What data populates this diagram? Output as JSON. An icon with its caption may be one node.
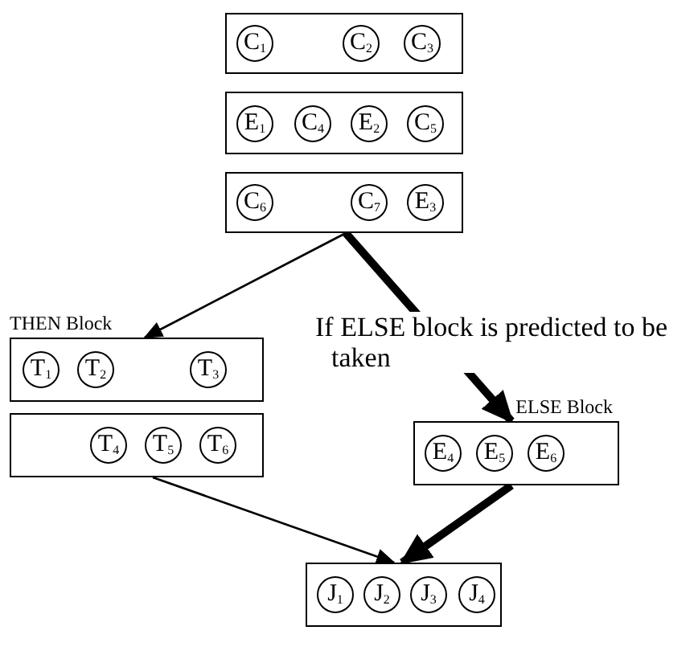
{
  "diagram": {
    "nodes": [
      {
        "text": [],
        "shape": "box"
      },
      {
        "text": [
          "C$_{1}$"
        ],
        "in": 0
      },
      {
        "text": [
          "C$_{2}$"
        ],
        "in": 0
      },
      {
        "text": [
          "C$_{3}$"
        ],
        "in": 0
      },
      {
        "text": [],
        "shape": "box"
      },
      {
        "text": [
          "E$_{1}$"
        ],
        "in": 4
      },
      {
        "text": [
          "C$_{4}$"
        ],
        "in": 4
      },
      {
        "text": [
          "E$_{2}$"
        ],
        "in": 4
      },
      {
        "text": [
          "C$_{5}$"
        ],
        "in": 4
      },
      {
        "text": [],
        "shape": "box"
      },
      {
        "text": [
          "C$_{6}$"
        ],
        "in": 9
      },
      {
        "text": [
          "C$_{7}$"
        ],
        "in": 9
      },
      {
        "text": [
          "E$_{3}$"
        ],
        "in": 9
      },
      {
        "text": [
          "THEN Block"
        ]
      },
      {
        "text": [
          "T$_{1}$"
        ],
        "in": 13
      },
      {
        "text": [
          "T$_{2}$"
        ],
        "in": 13
      },
      {
        "text": [
          "T$_{3}$"
        ],
        "in": 13
      },
      {
        "text": [],
        "shape": "box"
      },
      {
        "text": [
          "T$_{4}$"
        ],
        "in": 17
      },
      {
        "text": [
          "T$_{5}$"
        ],
        "in": 17
      },
      {
        "text": [
          "T$_{6}$"
        ],
        "in": 17
      },
      {
        "text": [
          "ELSE Block"
        ]
      },
      {
        "text": [
          "E$_{4}$"
        ],
        "in": 21
      },
      {
        "text": [
          "E$_{5}$"
        ],
        "in": 21
      },
      {
        "text": [
          "E$_{6}$"
        ],
        "in": 21
      },
      {
        "text": [],
        "shape": "box"
      },
      {
        "text": [
          "J$_{1}$"
        ],
        "in": 25
      },
      {
        "text": [
          "J$_{2}$"
        ],
        "in": 25
      },
      {
        "text": [
          "J$_{3}$"
        ],
        "in": 25
      },
      {
        "text": [
          "J$_{4}$"
        ],
        "in": 25
      }
    ],
    "edges": [
      {
        "from": 9,
        "to": 13,
        "arrow": "to"
      },
      {
        "from": 9,
        "to": 21,
        "arrow": "to",
        "style": "thick",
        "label": "If ELSE block is predicted to be taken"
      },
      {
        "from": 17,
        "to": 25,
        "arrow": "to"
      },
      {
        "from": 21,
        "to": 25,
        "arrow": "to",
        "style": "thick"
      }
    ]
  }
}
